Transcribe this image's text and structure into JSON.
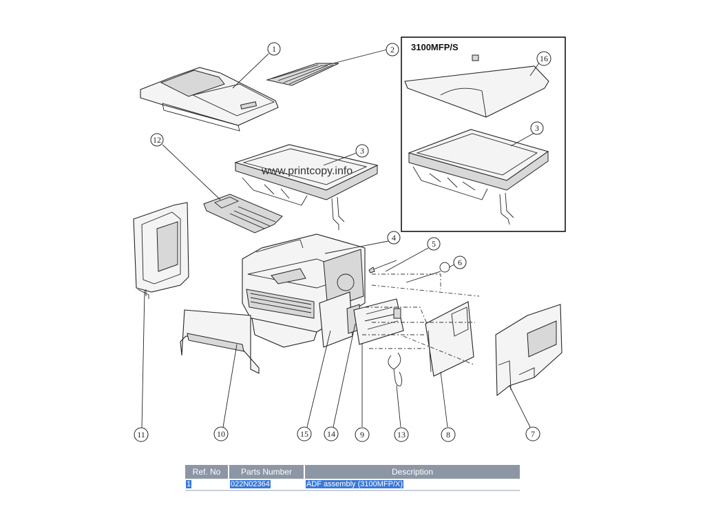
{
  "diagram": {
    "inset_title": "3100MFP/S",
    "watermark": "www.printcopy.info",
    "callouts": [
      "1",
      "2",
      "3",
      "3",
      "16",
      "12",
      "4",
      "5",
      "6",
      "11",
      "10",
      "15",
      "14",
      "9",
      "13",
      "8",
      "7"
    ]
  },
  "parts_table": {
    "headers": [
      "Ref. No",
      "Parts Number",
      "Description"
    ],
    "rows": [
      {
        "ref": "1",
        "part_number": "022N02364",
        "description": "ADF assembly (3100MFP/X)"
      }
    ]
  }
}
